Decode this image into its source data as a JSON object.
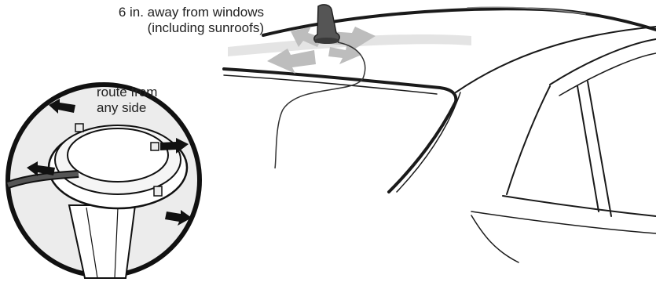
{
  "annotations": {
    "distance_line1": "6 in. away from windows",
    "distance_line2": "(including sunroofs)",
    "route_line1": "route from",
    "route_line2": "any side"
  },
  "colors": {
    "line": "#1a1a1a",
    "roof_shadow": "#dcdcdc",
    "arrow_gray": "#b5b5b5",
    "antenna": "#444444",
    "inset_fill": "#ffffff",
    "inset_border": "#111111"
  },
  "icons": {
    "antenna": "shark-fin-antenna-icon",
    "arrows": "move-direction-arrows-icon",
    "mount": "antenna-mount-base-icon"
  }
}
